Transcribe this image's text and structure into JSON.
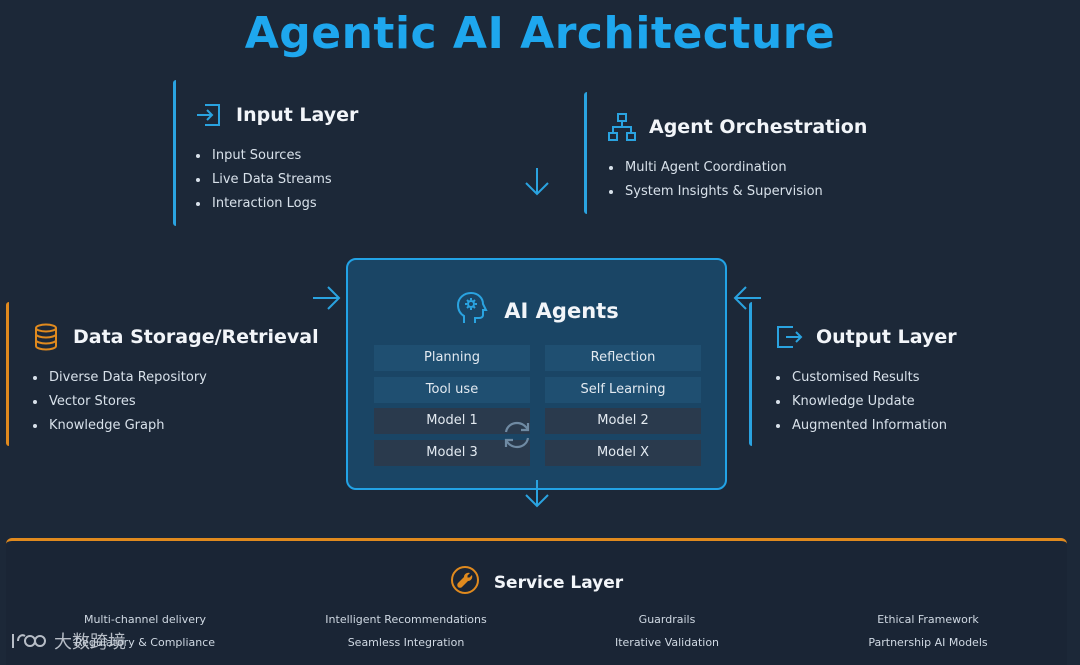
{
  "title": "Agentic AI Architecture",
  "colors": {
    "accent_blue": "#1ea7ee",
    "accent_orange": "#e08a1e",
    "background": "#1c2838"
  },
  "input_layer": {
    "heading": "Input Layer",
    "icon": "sign-in-icon",
    "items": [
      "Input Sources",
      "Live Data Streams",
      "Interaction Logs"
    ]
  },
  "agent_orchestration": {
    "heading": "Agent Orchestration",
    "icon": "hierarchy-icon",
    "items": [
      "Multi Agent Coordination",
      "System Insights & Supervision"
    ]
  },
  "data_storage": {
    "heading": "Data Storage/Retrieval",
    "icon": "database-icon",
    "items": [
      "Diverse Data Repository",
      "Vector Stores",
      "Knowledge Graph"
    ]
  },
  "output_layer": {
    "heading": "Output Layer",
    "icon": "sign-out-icon",
    "items": [
      "Customised Results",
      "Knowledge Update",
      "Augmented Information"
    ]
  },
  "ai_agents": {
    "heading": "AI Agents",
    "icon": "brain-head-icon",
    "cells": [
      "Planning",
      "Reflection",
      "Tool use",
      "Self Learning",
      "Model 1",
      "Model 2",
      "Model 3",
      "Model X"
    ]
  },
  "service_layer": {
    "heading": "Service Layer",
    "icon": "wrench-icon",
    "items": [
      "Multi-channel delivery",
      "Intelligent Recommendations",
      "Guardrails",
      "Ethical Framework",
      "Regulatory & Compliance",
      "Seamless Integration",
      "Iterative Validation",
      "Partnership AI Models"
    ]
  },
  "watermark": {
    "text": "大数跨境"
  }
}
